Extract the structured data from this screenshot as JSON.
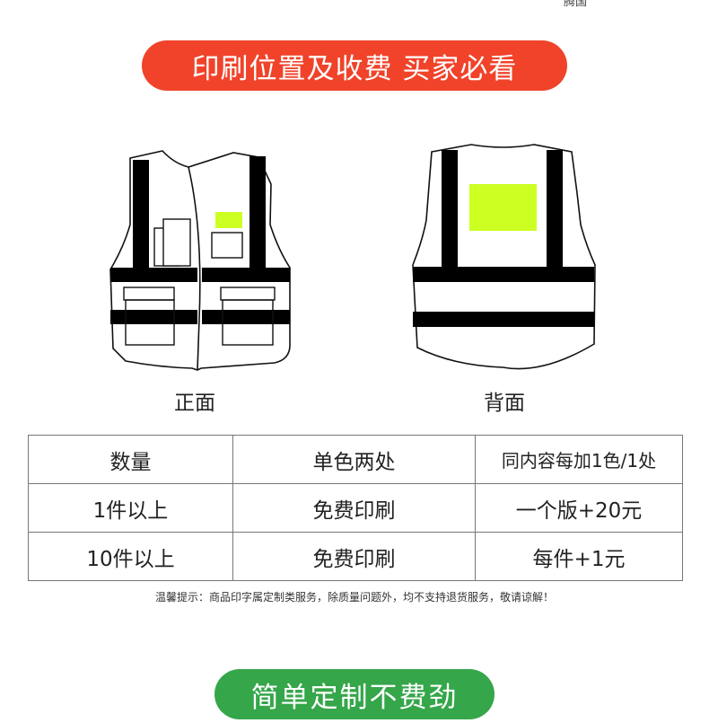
{
  "top_text": "腾国",
  "banner_top": "印刷位置及收费 买家必看",
  "front_label": "正面",
  "back_label": "背面",
  "table": {
    "header": [
      "数量",
      "单色两处",
      "同内容每加1色/1处"
    ],
    "rows": [
      [
        "1件以上",
        "免费印刷",
        "一个版+20元"
      ],
      [
        "10件以上",
        "免费印刷",
        "每件+1元"
      ]
    ]
  },
  "note": "温馨提示：商品印字属定制类服务，除质量问题外，均不支持退货服务，敬请谅解！",
  "banner_bottom": "简单定制不费劲",
  "colors": {
    "banner_top": "#f0432a",
    "banner_bottom": "#35a64a",
    "print_area": "#ccff22",
    "reflective_stripe": "#000000"
  }
}
